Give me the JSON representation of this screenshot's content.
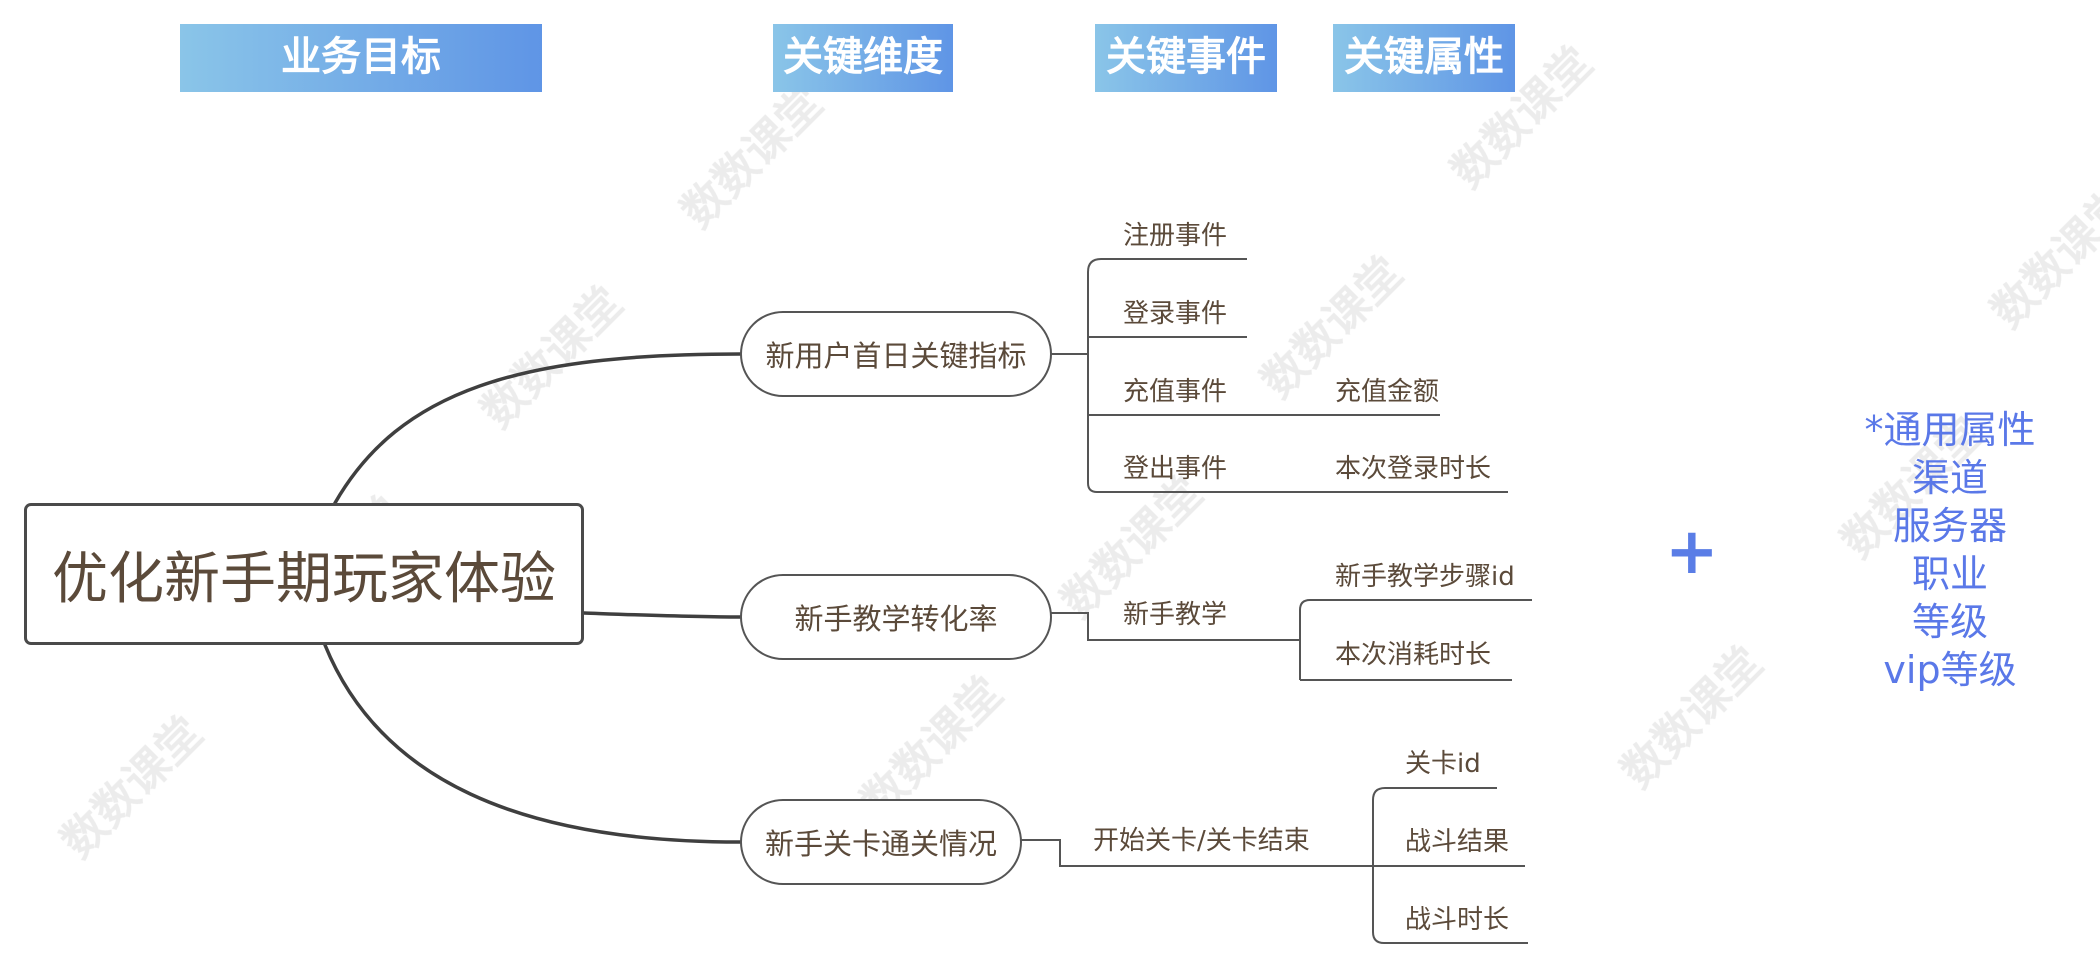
{
  "headers": {
    "business_goal": "业务目标",
    "key_dimension": "关键维度",
    "key_event": "关键事件",
    "key_attribute": "关键属性"
  },
  "root": "优化新手期玩家体验",
  "dimensions": [
    {
      "label": "新用户首日关键指标",
      "events": [
        {
          "label": "注册事件",
          "attributes": []
        },
        {
          "label": "登录事件",
          "attributes": []
        },
        {
          "label": "充值事件",
          "attributes": [
            "充值金额"
          ]
        },
        {
          "label": "登出事件",
          "attributes": [
            "本次登录时长"
          ]
        }
      ]
    },
    {
      "label": "新手教学转化率",
      "events": [
        {
          "label": "新手教学",
          "attributes": [
            "新手教学步骤id",
            "本次消耗时长"
          ]
        }
      ]
    },
    {
      "label": "新手关卡通关情况",
      "events": [
        {
          "label": "开始关卡/关卡结束",
          "attributes": [
            "关卡id",
            "战斗结果",
            "战斗时长"
          ]
        }
      ]
    }
  ],
  "plus": "+",
  "common_attributes": [
    "*通用属性",
    "渠道",
    "服务器",
    "职业",
    "等级",
    "vip等级"
  ],
  "watermark": "数数课堂"
}
